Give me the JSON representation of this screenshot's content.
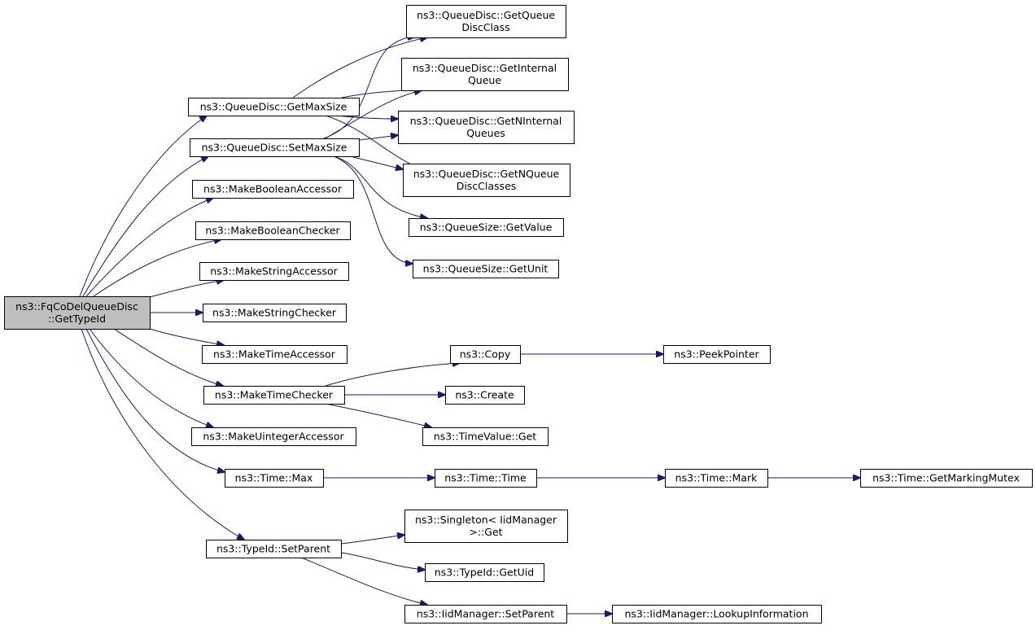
{
  "diagram": {
    "nodes": [
      {
        "id": "root",
        "lines": [
          "ns3::FqCoDelQueueDisc",
          "::GetTypeId"
        ],
        "highlighted": true
      },
      {
        "id": "get-max-size",
        "lines": [
          "ns3::QueueDisc::GetMaxSize"
        ]
      },
      {
        "id": "set-max-size",
        "lines": [
          "ns3::QueueDisc::SetMaxSize"
        ]
      },
      {
        "id": "make-boolean-accessor",
        "lines": [
          "ns3::MakeBooleanAccessor"
        ]
      },
      {
        "id": "make-boolean-checker",
        "lines": [
          "ns3::MakeBooleanChecker"
        ]
      },
      {
        "id": "make-string-accessor",
        "lines": [
          "ns3::MakeStringAccessor"
        ]
      },
      {
        "id": "make-string-checker",
        "lines": [
          "ns3::MakeStringChecker"
        ]
      },
      {
        "id": "make-time-accessor",
        "lines": [
          "ns3::MakeTimeAccessor"
        ]
      },
      {
        "id": "make-time-checker",
        "lines": [
          "ns3::MakeTimeChecker"
        ]
      },
      {
        "id": "make-uinteger-accessor",
        "lines": [
          "ns3::MakeUintegerAccessor"
        ]
      },
      {
        "id": "time-max",
        "lines": [
          "ns3::Time::Max"
        ]
      },
      {
        "id": "typeid-set-parent",
        "lines": [
          "ns3::TypeId::SetParent"
        ]
      },
      {
        "id": "get-queue-disc-class",
        "lines": [
          "ns3::QueueDisc::GetQueue",
          "DiscClass"
        ]
      },
      {
        "id": "get-internal-queue",
        "lines": [
          "ns3::QueueDisc::GetInternal",
          "Queue"
        ]
      },
      {
        "id": "get-n-internal-queues",
        "lines": [
          "ns3::QueueDisc::GetNInternal",
          "Queues"
        ]
      },
      {
        "id": "get-n-queue-disc-classes",
        "lines": [
          "ns3::QueueDisc::GetNQueue",
          "DiscClasses"
        ]
      },
      {
        "id": "queue-size-get-value",
        "lines": [
          "ns3::QueueSize::GetValue"
        ]
      },
      {
        "id": "queue-size-get-unit",
        "lines": [
          "ns3::QueueSize::GetUnit"
        ]
      },
      {
        "id": "copy",
        "lines": [
          "ns3::Copy"
        ]
      },
      {
        "id": "create",
        "lines": [
          "ns3::Create"
        ]
      },
      {
        "id": "time-value-get",
        "lines": [
          "ns3::TimeValue::Get"
        ]
      },
      {
        "id": "peek-pointer",
        "lines": [
          "ns3::PeekPointer"
        ]
      },
      {
        "id": "time-time",
        "lines": [
          "ns3::Time::Time"
        ]
      },
      {
        "id": "time-mark",
        "lines": [
          "ns3::Time::Mark"
        ]
      },
      {
        "id": "time-get-marking-mutex",
        "lines": [
          "ns3::Time::GetMarkingMutex"
        ]
      },
      {
        "id": "singleton-get",
        "lines": [
          "ns3::Singleton< IidManager",
          ">::Get"
        ]
      },
      {
        "id": "typeid-get-uid",
        "lines": [
          "ns3::TypeId::GetUid"
        ]
      },
      {
        "id": "iid-manager-set-parent",
        "lines": [
          "ns3::IidManager::SetParent"
        ]
      },
      {
        "id": "iid-manager-lookup-information",
        "lines": [
          "ns3::IidManager::LookupInformation"
        ]
      }
    ],
    "edges": [
      {
        "from": "root",
        "to": "get-max-size"
      },
      {
        "from": "root",
        "to": "set-max-size"
      },
      {
        "from": "root",
        "to": "make-boolean-accessor"
      },
      {
        "from": "root",
        "to": "make-boolean-checker"
      },
      {
        "from": "root",
        "to": "make-string-accessor"
      },
      {
        "from": "root",
        "to": "make-string-checker"
      },
      {
        "from": "root",
        "to": "make-time-accessor"
      },
      {
        "from": "root",
        "to": "make-time-checker"
      },
      {
        "from": "root",
        "to": "make-uinteger-accessor"
      },
      {
        "from": "root",
        "to": "time-max"
      },
      {
        "from": "root",
        "to": "typeid-set-parent"
      },
      {
        "from": "get-max-size",
        "to": "get-queue-disc-class"
      },
      {
        "from": "get-max-size",
        "to": "get-internal-queue"
      },
      {
        "from": "get-max-size",
        "to": "get-n-internal-queues"
      },
      {
        "from": "get-max-size",
        "to": "get-n-queue-disc-classes"
      },
      {
        "from": "set-max-size",
        "to": "get-queue-disc-class"
      },
      {
        "from": "set-max-size",
        "to": "get-internal-queue"
      },
      {
        "from": "set-max-size",
        "to": "get-n-internal-queues"
      },
      {
        "from": "set-max-size",
        "to": "get-n-queue-disc-classes"
      },
      {
        "from": "set-max-size",
        "to": "queue-size-get-value"
      },
      {
        "from": "set-max-size",
        "to": "queue-size-get-unit"
      },
      {
        "from": "make-time-checker",
        "to": "copy"
      },
      {
        "from": "make-time-checker",
        "to": "create"
      },
      {
        "from": "make-time-checker",
        "to": "time-value-get"
      },
      {
        "from": "copy",
        "to": "peek-pointer"
      },
      {
        "from": "time-max",
        "to": "time-time"
      },
      {
        "from": "time-time",
        "to": "time-mark"
      },
      {
        "from": "time-mark",
        "to": "time-get-marking-mutex"
      },
      {
        "from": "typeid-set-parent",
        "to": "singleton-get"
      },
      {
        "from": "typeid-set-parent",
        "to": "typeid-get-uid"
      },
      {
        "from": "typeid-set-parent",
        "to": "iid-manager-set-parent"
      },
      {
        "from": "iid-manager-set-parent",
        "to": "iid-manager-lookup-information"
      }
    ]
  },
  "colors": {
    "edge": "#191970",
    "node_border": "#000000",
    "node_fill": "#ffffff",
    "root_fill": "#bfbfbf"
  }
}
